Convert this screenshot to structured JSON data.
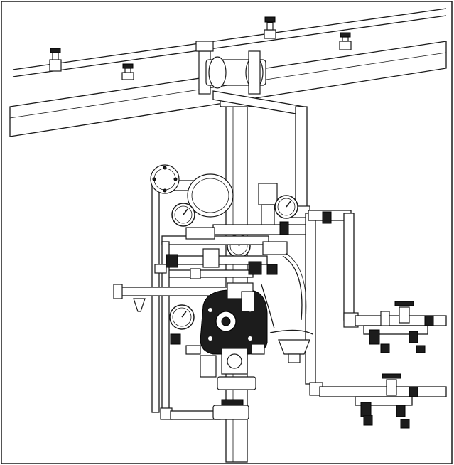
{
  "figure": {
    "description_visible_text": "",
    "colors": {
      "line": "#1a1a1a",
      "background": "#ffffff",
      "valve_body": "#1c1c1c"
    },
    "components": {
      "sprinkler_heads": 4,
      "pressure_gauges": 5,
      "drain_valve_assemblies": 2,
      "main_riser": 1,
      "deluge_valve": 1
    }
  }
}
